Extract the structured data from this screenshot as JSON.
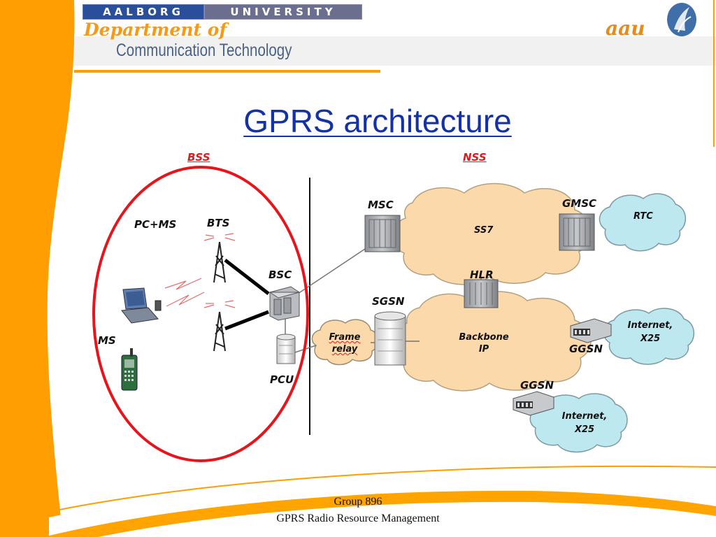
{
  "header": {
    "uni_left": "AALBORG",
    "uni_right": "UNIVERSITY",
    "dept_script": "Department of",
    "dept_name": "Communication Technology",
    "logo_text": "aau"
  },
  "title": "GPRS architecture",
  "diagram": {
    "bss_label": "BSS",
    "nss_label": "NSS",
    "pc_ms": "PC+MS",
    "bts": "BTS",
    "ms": "MS",
    "bsc": "BSC",
    "pcu": "PCU",
    "msc": "MSC",
    "gmsc": "GMSC",
    "ss7": "SS7",
    "rtc": "RTC",
    "hlr": "HLR",
    "sgsn": "SGSN",
    "frame_relay_1": "Frame",
    "frame_relay_2": "relay",
    "backbone_1": "Backbone",
    "backbone_2": "IP",
    "ggsn_1": "GGSN",
    "ggsn_2": "GGSN",
    "internet_1a": "Internet,",
    "internet_1b": "X25",
    "internet_2a": "Internet,",
    "internet_2b": "X25"
  },
  "footer": {
    "line1": "Group 896",
    "line2": "GPRS Radio Resource Management"
  },
  "colors": {
    "orange": "#ff9e00",
    "title_blue": "#1432a6",
    "cloud_tan": "#fcd9ab",
    "cloud_cyan": "#bde8f0",
    "ellipse_red": "#e8141b"
  }
}
